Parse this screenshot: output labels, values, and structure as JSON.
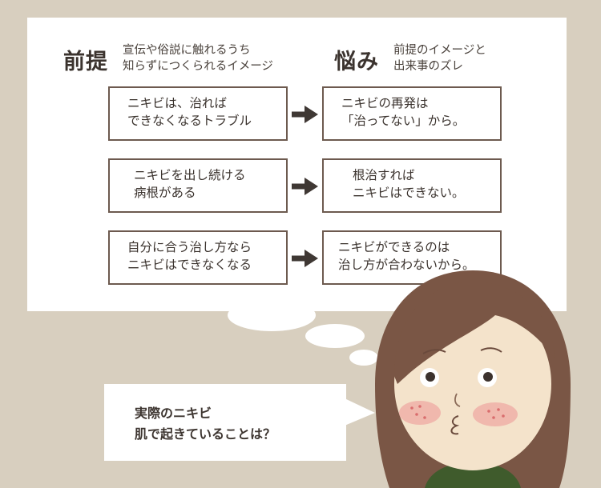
{
  "header": {
    "premise_title": "前提",
    "premise_note": [
      "宣伝や俗説に触れるうち",
      "知らずにつくられるイメージ"
    ],
    "worry_title": "悩み",
    "worry_note": [
      "前提のイメージと",
      "出来事のズレ"
    ]
  },
  "rows": [
    {
      "premise": [
        "ニキビは、治れば",
        "できなくなるトラブル"
      ],
      "worry": [
        "ニキビの再発は",
        "「治ってない」から。"
      ]
    },
    {
      "premise": [
        "ニキビを出し続ける",
        "病根がある"
      ],
      "worry": [
        "根治すれば",
        "ニキビはできない。"
      ]
    },
    {
      "premise": [
        "自分に合う治し方なら",
        "ニキビはできなくなる"
      ],
      "worry": [
        "ニキビができるのは",
        "治し方が合わないから。"
      ]
    }
  ],
  "question": [
    "実際のニキビ",
    "肌で起きていることは？"
  ]
}
